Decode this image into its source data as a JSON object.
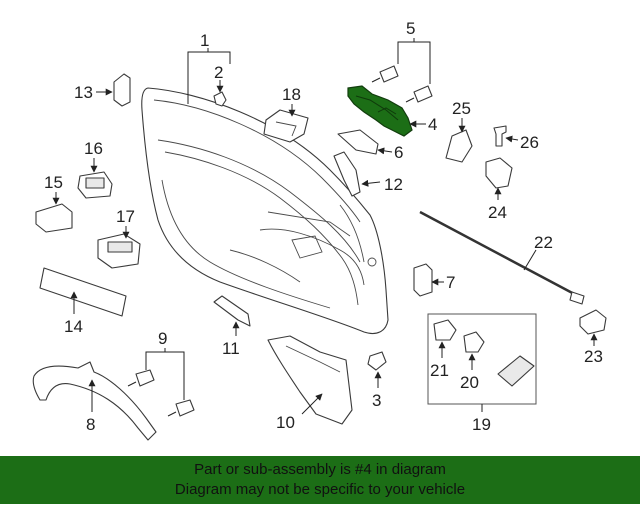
{
  "diagram": {
    "highlight_color": "#1c6e16",
    "callouts": [
      {
        "id": "1",
        "label": "1"
      },
      {
        "id": "2",
        "label": "2"
      },
      {
        "id": "3",
        "label": "3"
      },
      {
        "id": "4",
        "label": "4"
      },
      {
        "id": "5",
        "label": "5"
      },
      {
        "id": "6",
        "label": "6"
      },
      {
        "id": "7",
        "label": "7"
      },
      {
        "id": "8",
        "label": "8"
      },
      {
        "id": "9",
        "label": "9"
      },
      {
        "id": "10",
        "label": "10"
      },
      {
        "id": "11",
        "label": "11"
      },
      {
        "id": "12",
        "label": "12"
      },
      {
        "id": "13",
        "label": "13"
      },
      {
        "id": "14",
        "label": "14"
      },
      {
        "id": "15",
        "label": "15"
      },
      {
        "id": "16",
        "label": "16"
      },
      {
        "id": "17",
        "label": "17"
      },
      {
        "id": "18",
        "label": "18"
      },
      {
        "id": "19",
        "label": "19"
      },
      {
        "id": "20",
        "label": "20"
      },
      {
        "id": "21",
        "label": "21"
      },
      {
        "id": "22",
        "label": "22"
      },
      {
        "id": "23",
        "label": "23"
      },
      {
        "id": "24",
        "label": "24"
      },
      {
        "id": "25",
        "label": "25"
      },
      {
        "id": "26",
        "label": "26"
      }
    ]
  },
  "banner": {
    "line1": "Part or sub-assembly is #4 in diagram",
    "line2": "Diagram may not be specific to your vehicle",
    "background": "#1c6e16"
  }
}
